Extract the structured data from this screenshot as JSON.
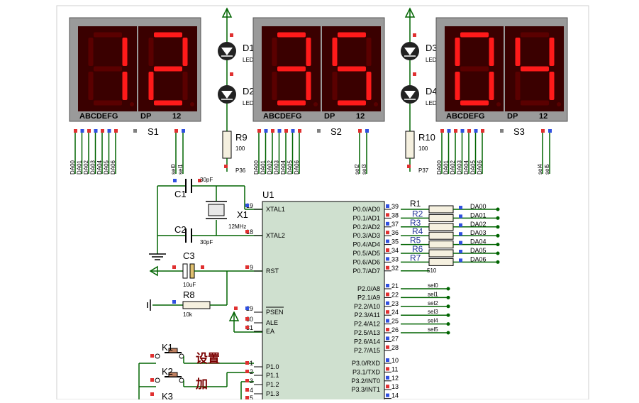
{
  "displays": [
    {
      "id": "S1",
      "digits": "12",
      "seg_label": "ABCDEFG",
      "dp_label": "DP",
      "com_label": "12",
      "pins": [
        "DA00",
        "DA01",
        "DA02",
        "DA03",
        "DA04",
        "DA05",
        "DA06"
      ],
      "sel": [
        "sel0",
        "sel1"
      ]
    },
    {
      "id": "S2",
      "digits": "35",
      "seg_label": "ABCDEFG",
      "dp_label": "DP",
      "com_label": "12",
      "pins": [
        "DA00",
        "DA01",
        "DA02",
        "DA03",
        "DA04",
        "DA05",
        "DA06"
      ],
      "sel": [
        "sel2",
        "sel3"
      ]
    },
    {
      "id": "S3",
      "digits": "04",
      "seg_label": "ABCDEFG",
      "dp_label": "DP",
      "com_label": "12",
      "pins": [
        "DA00",
        "DA01",
        "DA02",
        "DA03",
        "DA04",
        "DA05",
        "DA06"
      ],
      "sel": [
        "sel4",
        "sel5"
      ]
    }
  ],
  "leds": [
    {
      "id": "D1",
      "sub": "LED-RED"
    },
    {
      "id": "D2",
      "sub": "LED-RED"
    },
    {
      "id": "D3",
      "sub": "LED-RED"
    },
    {
      "id": "D4",
      "sub": "LED-RED"
    }
  ],
  "resistors": {
    "R9": {
      "id": "R9",
      "value": "100",
      "net": "P36"
    },
    "R10": {
      "id": "R10",
      "value": "100",
      "net": "P37"
    },
    "R8": {
      "id": "R8",
      "value": "10k"
    },
    "rpack": {
      "ids": [
        "R1",
        "R2",
        "R3",
        "R4",
        "R5",
        "R6",
        "R7"
      ],
      "value": "510",
      "nets": [
        "DA00",
        "DA01",
        "DA02",
        "DA03",
        "DA04",
        "DA05",
        "DA06"
      ]
    }
  },
  "caps": {
    "C1": {
      "id": "C1",
      "value": "30pF"
    },
    "C2": {
      "id": "C2",
      "value": "30pF"
    },
    "C3": {
      "id": "C3",
      "value": "10uF"
    }
  },
  "crystal": {
    "id": "X1",
    "value": "12MHz"
  },
  "mcu": {
    "id": "U1",
    "left_pins": [
      {
        "num": "19",
        "name": "XTAL1"
      },
      {
        "num": "18",
        "name": "XTAL2"
      },
      {
        "num": "9",
        "name": "RST"
      },
      {
        "num": "29",
        "name": "PSEN"
      },
      {
        "num": "30",
        "name": "ALE"
      },
      {
        "num": "31",
        "name": "EA"
      },
      {
        "num": "1",
        "name": "P1.0"
      },
      {
        "num": "2",
        "name": "P1.1"
      },
      {
        "num": "3",
        "name": "P1.2"
      },
      {
        "num": "4",
        "name": "P1.3"
      },
      {
        "num": "5",
        "name": ""
      }
    ],
    "p0": [
      {
        "num": "39",
        "name": "P0.0/AD0"
      },
      {
        "num": "38",
        "name": "P0.1/AD1"
      },
      {
        "num": "37",
        "name": "P0.2/AD2"
      },
      {
        "num": "36",
        "name": "P0.3/AD3"
      },
      {
        "num": "35",
        "name": "P0.4/AD4"
      },
      {
        "num": "34",
        "name": "P0.5/AD5"
      },
      {
        "num": "33",
        "name": "P0.6/AD6"
      },
      {
        "num": "32",
        "name": "P0.7/AD7"
      }
    ],
    "p2": [
      {
        "num": "21",
        "name": "P2.0/A8"
      },
      {
        "num": "22",
        "name": "P2.1/A9"
      },
      {
        "num": "23",
        "name": "P2.2/A10"
      },
      {
        "num": "24",
        "name": "P2.3/A11"
      },
      {
        "num": "25",
        "name": "P2.4/A12"
      },
      {
        "num": "26",
        "name": "P2.5/A13"
      },
      {
        "num": "27",
        "name": "P2.6/A14"
      },
      {
        "num": "28",
        "name": "P2.7/A15"
      }
    ],
    "p3": [
      {
        "num": "10",
        "name": "P3.0/RXD"
      },
      {
        "num": "11",
        "name": "P3.1/TXD"
      },
      {
        "num": "12",
        "name": "P3.2/INT0"
      },
      {
        "num": "13",
        "name": "P3.3/INT1"
      },
      {
        "num": "14",
        "name": ""
      }
    ],
    "sel_nets": [
      "sel0",
      "sel1",
      "sel2",
      "sel3",
      "sel4",
      "sel5"
    ]
  },
  "keys": [
    {
      "id": "K1",
      "label": "设置"
    },
    {
      "id": "K2",
      "label": "加"
    },
    {
      "id": "K3",
      "label": ""
    }
  ],
  "colors": {
    "segment_on": "#ff1a1a",
    "segment_off": "#5a0000",
    "display_bg": "#3a0000",
    "frame": "#9a9a9a",
    "wire": "#006400",
    "body": "#cfe0cf"
  }
}
